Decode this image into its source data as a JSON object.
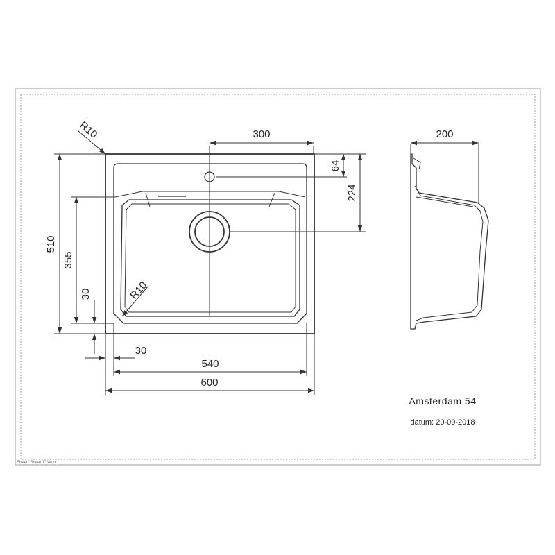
{
  "drawing": {
    "title": "Amsterdam 54",
    "date_label": "datum: 20-09-2018",
    "sheet_label": "Sheet \"Sheet 1\" Work"
  },
  "dimensions": {
    "width_outer": "600",
    "width_inner": "540",
    "offset_left": "30",
    "depth_outer": "510",
    "depth_inner": "355",
    "offset_bottom": "30",
    "tap_hole_x": "300",
    "tap_hole_y": "64",
    "drain_y": "224",
    "bowl_depth": "200",
    "radius_outer": "R10",
    "radius_inner": "R10"
  },
  "colors": {
    "line": "#333333",
    "frame": "#999999"
  }
}
